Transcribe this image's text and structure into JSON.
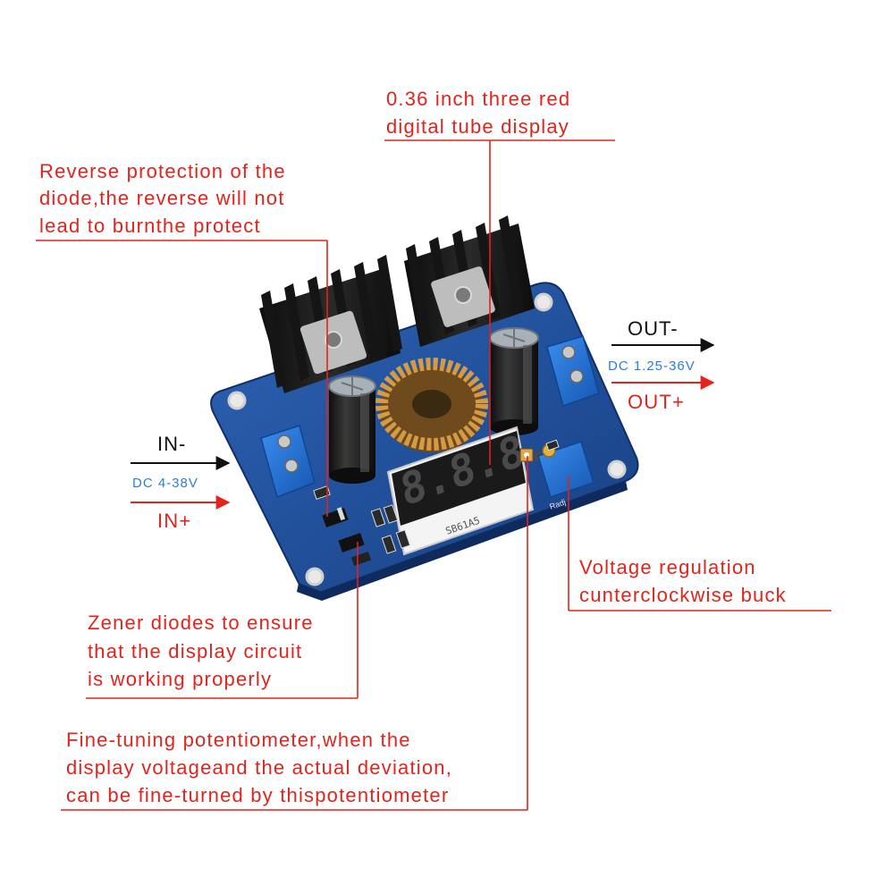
{
  "callouts": {
    "display": {
      "lines": [
        "0.36 inch three red",
        "digital tube display"
      ]
    },
    "reverse_protection": {
      "lines": [
        "Reverse protection of the",
        "diode,the reverse will not",
        "lead to burnthe protect"
      ]
    },
    "voltage_regulation": {
      "lines": [
        "Voltage regulation",
        "cunterclockwise buck"
      ]
    },
    "zener": {
      "lines": [
        "Zener diodes to ensure",
        "that the display circuit",
        "is working properly"
      ]
    },
    "fine_tuning": {
      "lines": [
        "Fine-tuning potentiometer,when the",
        "display voltageand the actual deviation,",
        "can be fine-turned by thispotentiometer"
      ]
    }
  },
  "terminals": {
    "input": {
      "negative_label": "IN-",
      "range_label": "DC 4-38V",
      "positive_label": "IN+"
    },
    "output": {
      "negative_label": "OUT-",
      "range_label": "DC 1.25-36V",
      "positive_label": "OUT+"
    }
  },
  "board": {
    "display_digits": "8.8.8.",
    "display_part_number": "SB61A5",
    "pot_marking": "Radj"
  },
  "colors": {
    "callout_red": "#e3231c",
    "range_blue": "#2a7fd4",
    "pcb_blue": "#1f4f9c",
    "terminal_blue": "#1e6fd0",
    "heatsink": "#1a1a1a",
    "copper": "#c98a3a"
  }
}
